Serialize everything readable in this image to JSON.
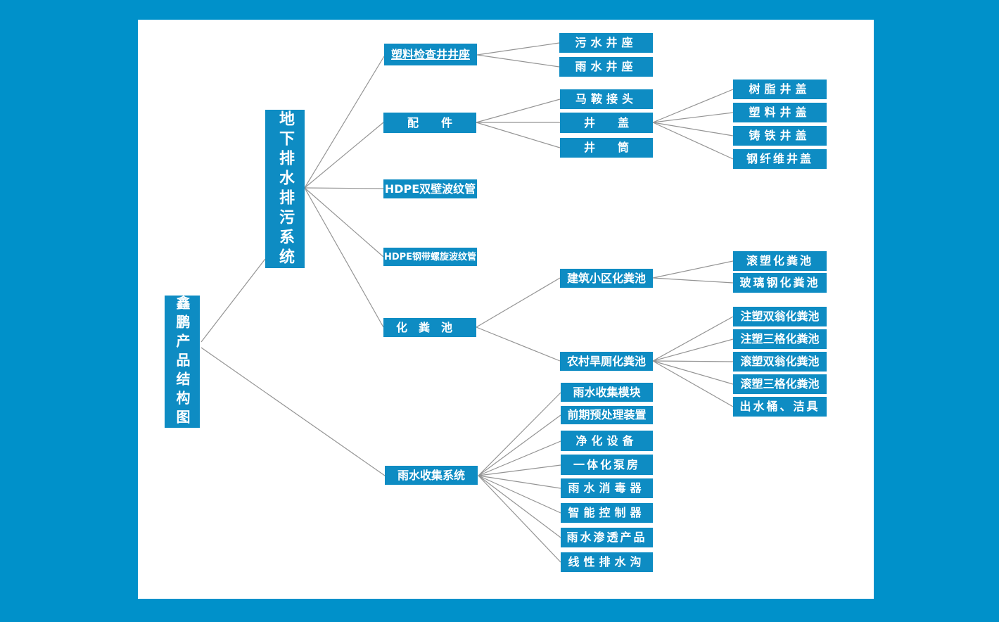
{
  "title": "鑫鹏产品结构图",
  "colors": {
    "background": "#0091ca",
    "panel": "#ffffff",
    "node": "#0e8cc3",
    "node_text": "#ffffff",
    "line": "#949494"
  },
  "nodes": {
    "root": "鑫鹏产品结构图",
    "underground": "地下排水排污系统",
    "plasticInspection": "塑料检查井井座",
    "fittings": "配　　件",
    "hdpeDouble": "HDPE双壁波纹管",
    "hdpeSteel": "HDPE钢带螺旋波纹管",
    "septic": "化粪池",
    "rainwaterSystem": "雨水收集系统",
    "sewageSeat": "污水井座",
    "rainSeat": "雨水井座",
    "saddleJoint": "马鞍接头",
    "manholeCover": "井　　盖",
    "wellBarrel": "井　　筒",
    "resinCover": "树脂井盖",
    "plasticCover": "塑料井盖",
    "castIronCover": "铸铁井盖",
    "steelFiberCover": "钢纤维井盖",
    "buildingSeptic": "建筑小区化粪池",
    "ruralSeptic": "农村旱厕化粪池",
    "rotoSeptic": "滚塑化粪池",
    "frpSeptic": "玻璃钢化粪池",
    "injDoubleUrn": "注塑双翁化粪池",
    "injThreeGrid": "注塑三格化粪池",
    "rotoDoubleUrn": "滚塑双翁化粪池",
    "rotoThreeGrid": "滚塑三格化粪池",
    "outletBucket": "出水桶、洁具",
    "rwModule": "雨水收集模块",
    "preTreatment": "前期预处理装置",
    "purification": "净化设备",
    "pumpHouse": "一体化泵房",
    "disinfector": "雨水消毒器",
    "smartController": "智能控制器",
    "rwPermeation": "雨水渗透产品",
    "linearDrain": "线性排水沟"
  },
  "tree": {
    "root": [
      "underground",
      "rainwaterSystem"
    ],
    "underground": [
      "plasticInspection",
      "fittings",
      "hdpeDouble",
      "hdpeSteel",
      "septic"
    ],
    "plasticInspection": [
      "sewageSeat",
      "rainSeat"
    ],
    "fittings": [
      "saddleJoint",
      "manholeCover",
      "wellBarrel"
    ],
    "manholeCover": [
      "resinCover",
      "plasticCover",
      "castIronCover",
      "steelFiberCover"
    ],
    "septic": [
      "buildingSeptic",
      "ruralSeptic"
    ],
    "buildingSeptic": [
      "rotoSeptic",
      "frpSeptic"
    ],
    "ruralSeptic": [
      "injDoubleUrn",
      "injThreeGrid",
      "rotoDoubleUrn",
      "rotoThreeGrid",
      "outletBucket"
    ],
    "rainwaterSystem": [
      "rwModule",
      "preTreatment",
      "purification",
      "pumpHouse",
      "disinfector",
      "smartController",
      "rwPermeation",
      "linearDrain"
    ]
  }
}
